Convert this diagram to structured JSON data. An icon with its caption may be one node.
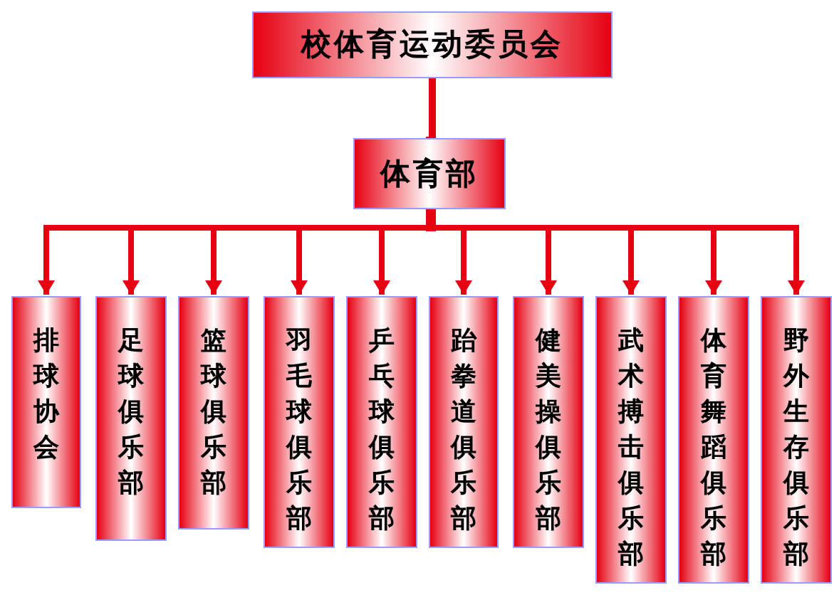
{
  "diagram": {
    "nodes": [
      {
        "text": [
          "校体育运动委员会"
        ]
      },
      {
        "text": [
          "体育部"
        ]
      },
      {
        "text": [
          "排球协会"
        ]
      },
      {
        "text": [
          "足球俱乐部"
        ]
      },
      {
        "text": [
          "篮球俱乐部"
        ]
      },
      {
        "text": [
          "羽毛球俱乐部"
        ]
      },
      {
        "text": [
          "乒乓球俱乐部"
        ]
      },
      {
        "text": [
          "跆拳道俱乐部"
        ]
      },
      {
        "text": [
          "健美操俱乐部"
        ]
      },
      {
        "text": [
          "武术搏击俱乐部"
        ]
      },
      {
        "text": [
          "体育舞蹈俱乐部"
        ]
      },
      {
        "text": [
          "野外生存俱乐部"
        ]
      }
    ],
    "edges": [
      {
        "from": 0,
        "to": 1,
        "arrow": "to"
      },
      {
        "from": 1,
        "to": 2,
        "arrow": "to"
      },
      {
        "from": 1,
        "to": 3,
        "arrow": "to"
      },
      {
        "from": 1,
        "to": 4,
        "arrow": "to"
      },
      {
        "from": 1,
        "to": 5,
        "arrow": "to"
      },
      {
        "from": 1,
        "to": 6,
        "arrow": "to"
      },
      {
        "from": 1,
        "to": 7,
        "arrow": "to"
      },
      {
        "from": 1,
        "to": 8,
        "arrow": "to"
      },
      {
        "from": 1,
        "to": 9,
        "arrow": "to"
      },
      {
        "from": 1,
        "to": 10,
        "arrow": "to"
      },
      {
        "from": 1,
        "to": 11,
        "arrow": "to"
      }
    ]
  }
}
